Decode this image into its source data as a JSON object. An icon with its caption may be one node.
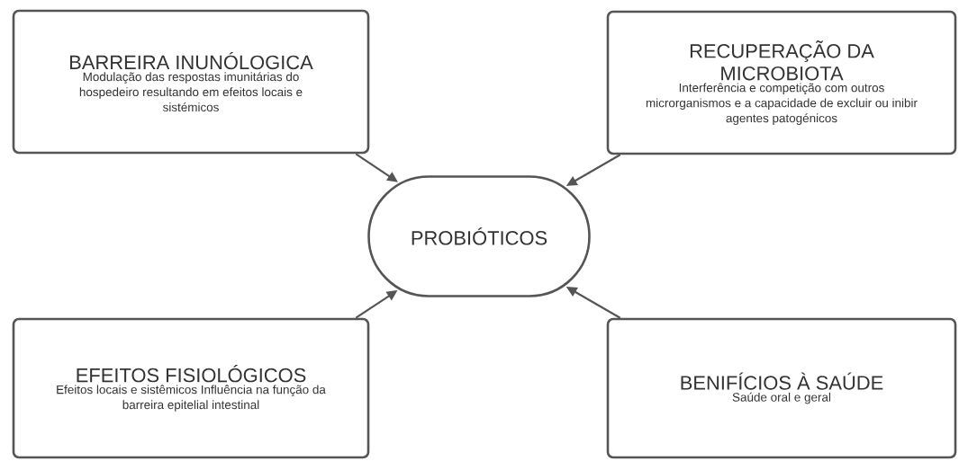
{
  "diagram": {
    "nodes": [
      {
        "text": [
          "BARREIRA INUNÓLOGICA",
          "Modulação das respostas imunitárias do hospedeiro resultando em efeitos locais e sistémicos"
        ]
      },
      {
        "text": [
          "RECUPERAÇÃO DA MICROBIOTA",
          "Interferência e competição com outros microrganismos e a capacidade de excluir ou inibir agentes patogénicos"
        ]
      },
      {
        "text": [
          "PROBIÓTICOS"
        ]
      },
      {
        "text": [
          "EFEITOS FISIOLÓGICOS",
          "Efeitos locais e sistêmicos Influência na função da barreira epitelial intestinal"
        ]
      },
      {
        "text": [
          "BENIFÍCIOS À SAÚDE",
          "Saúde oral e geral"
        ]
      }
    ],
    "edges": [
      {
        "from": 0,
        "to": 2,
        "arrow": "to"
      },
      {
        "from": 1,
        "to": 2,
        "arrow": "to"
      },
      {
        "from": 3,
        "to": 2,
        "arrow": "to"
      },
      {
        "from": 4,
        "to": 2,
        "arrow": "to"
      }
    ]
  }
}
